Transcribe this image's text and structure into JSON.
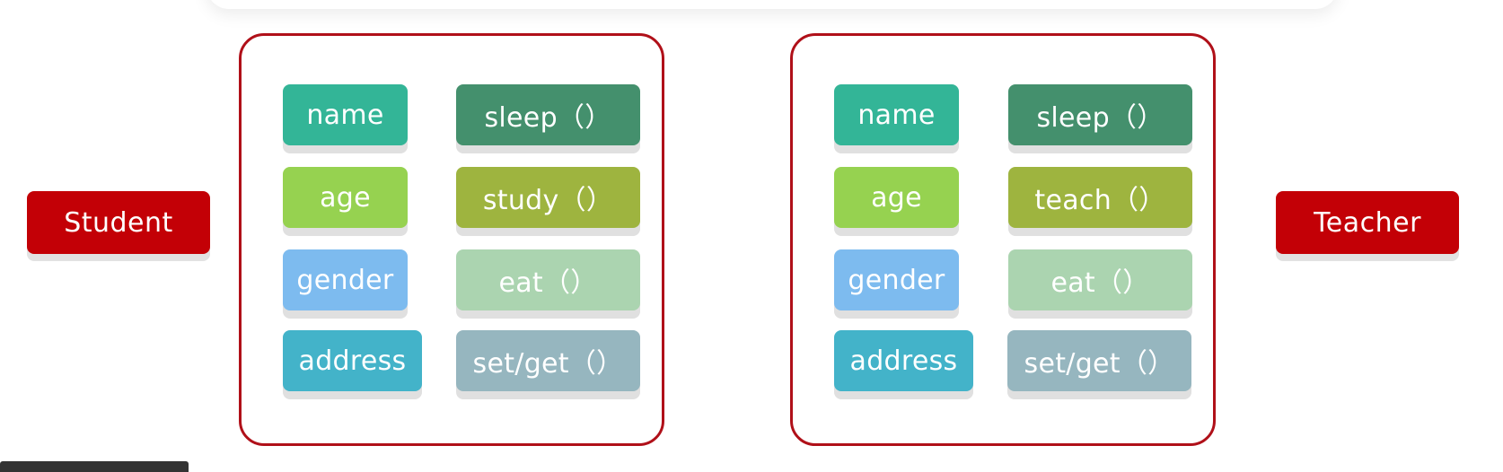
{
  "student": {
    "label": "Student",
    "attributes": [
      "name",
      "age",
      "gender",
      "address"
    ],
    "methods": [
      "sleep（）",
      "study（）",
      "eat（）",
      "set/get（）"
    ]
  },
  "teacher": {
    "label": "Teacher",
    "attributes": [
      "name",
      "age",
      "gender",
      "address"
    ],
    "methods": [
      "sleep（）",
      "teach（）",
      "eat（）",
      "set/get（）"
    ]
  },
  "colors": {
    "class_label": "#c30006",
    "box_border": "#b01019",
    "name": "#33b597",
    "age": "#96d250",
    "gender": "#7dbbef",
    "address": "#43b3c9",
    "sleep": "#44906d",
    "action": "#9eb43f",
    "eat": "#abd4b0",
    "setget": "#96b6bf"
  }
}
